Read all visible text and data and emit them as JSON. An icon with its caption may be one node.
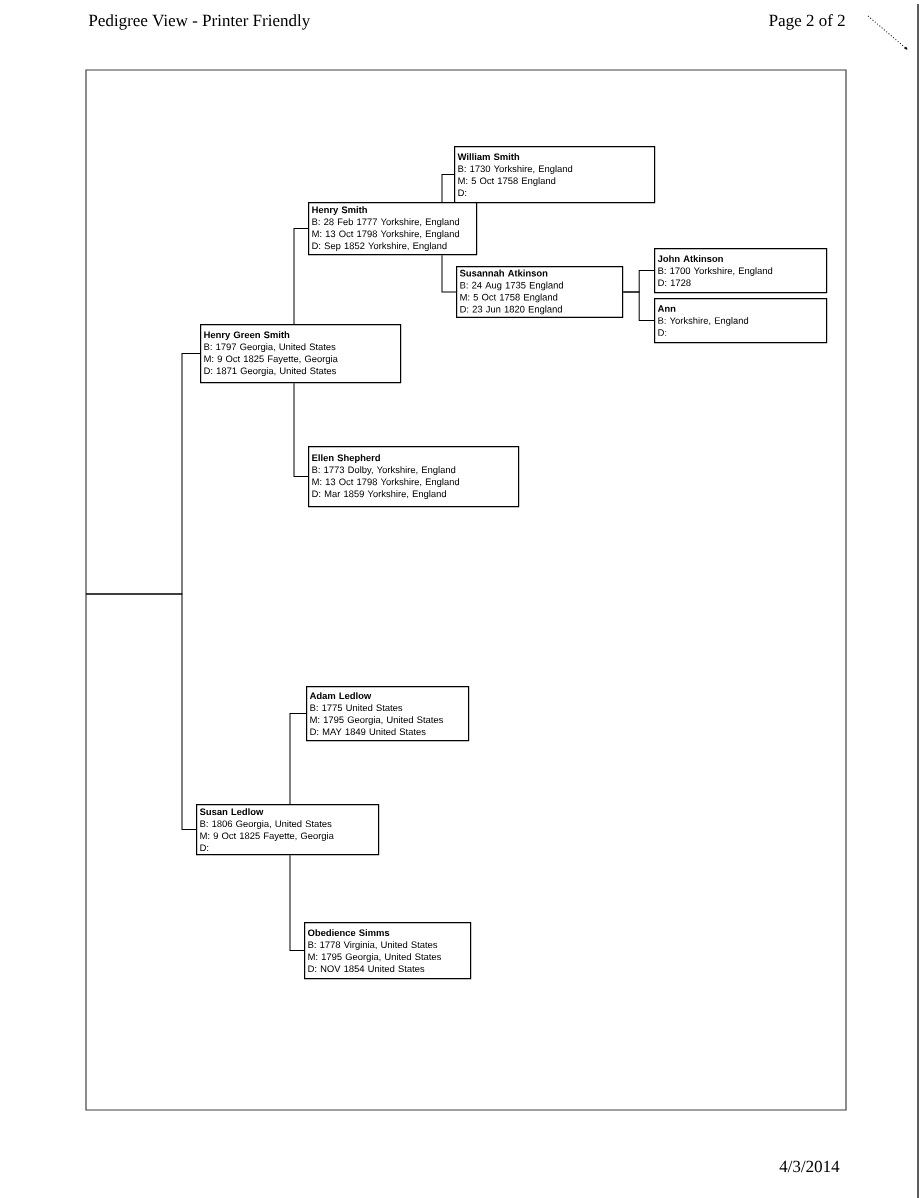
{
  "diagram": {
    "title": "Pedigree View - Printer Friendly",
    "nodes": [
      {
        "text": [
          "William Smith",
          "B: 1730 Yorkshire, England",
          "M: 5 Oct 1758 England",
          "D:"
        ]
      },
      {
        "text": [
          "Henry Smith",
          "B: 28 Feb 1777 Yorkshire, England",
          "M: 13 Oct 1798 Yorkshire, England",
          "D: Sep 1852 Yorkshire, England"
        ]
      },
      {
        "text": [
          "John Atkinson",
          "B: 1700 Yorkshire, England",
          "D: 1728"
        ]
      },
      {
        "text": [
          "Susannah Atkinson",
          "B: 24 Aug 1735 England",
          "M: 5 Oct 1758 England",
          "D: 23 Jun 1820 England"
        ]
      },
      {
        "text": [
          "Ann",
          "B: Yorkshire, England",
          "D:"
        ]
      },
      {
        "text": [
          "Henry Green Smith",
          "B: 1797 Georgia, United States",
          "M: 9 Oct 1825 Fayette, Georgia",
          "D: 1871 Georgia, United States"
        ]
      },
      {
        "text": [
          "Ellen Shepherd",
          "B: 1773 Dolby, Yorkshire, England",
          "M: 13 Oct 1798 Yorkshire, England",
          "D: Mar 1859 Yorkshire, England"
        ]
      },
      {
        "text": [
          "Adam Ledlow",
          "B: 1775 United States",
          "M: 1795 Georgia, United States",
          "D: MAY 1849 United States"
        ]
      },
      {
        "text": [
          "Susan Ledlow",
          "B: 1806 Georgia, United States",
          "M: 9 Oct 1825 Fayette, Georgia",
          "D:"
        ]
      },
      {
        "text": [
          "Obedience Simms",
          "B: 1778 Virginia, United States",
          "M: 1795 Georgia, United States",
          "D: NOV 1854 United States"
        ]
      }
    ],
    "edges": [
      {
        "from": null,
        "to": 5,
        "arrow": "none"
      },
      {
        "from": null,
        "to": 8,
        "arrow": "none"
      },
      {
        "from": 5,
        "to": 1,
        "arrow": "none"
      },
      {
        "from": 5,
        "to": 6,
        "arrow": "none"
      },
      {
        "from": 1,
        "to": 0,
        "arrow": "none"
      },
      {
        "from": 1,
        "to": 3,
        "arrow": "none"
      },
      {
        "from": 3,
        "to": 2,
        "arrow": "none"
      },
      {
        "from": 3,
        "to": 4,
        "arrow": "none"
      },
      {
        "from": 8,
        "to": 7,
        "arrow": "none"
      },
      {
        "from": 8,
        "to": 9,
        "arrow": "none"
      }
    ],
    "labels": [
      "Page 2 of 2",
      "4/3/2014"
    ]
  }
}
